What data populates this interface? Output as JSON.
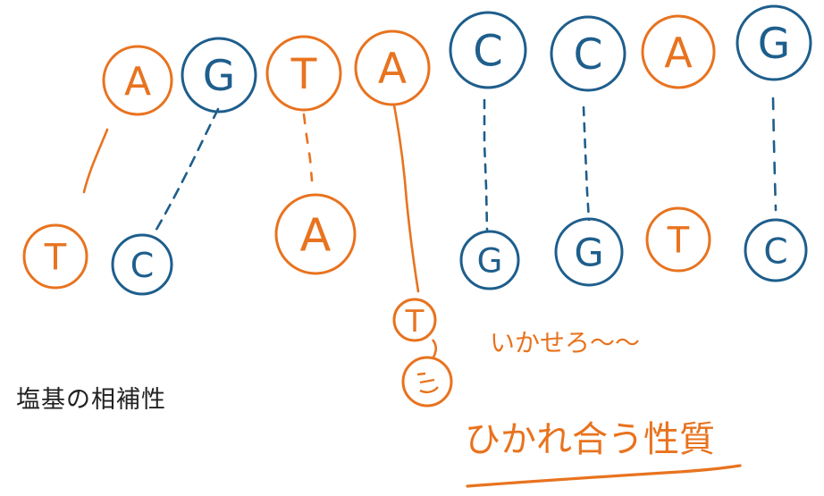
{
  "colors": {
    "orange": "#E8731F",
    "blue": "#1E5E8C",
    "text": "#222222"
  },
  "top_strand": [
    {
      "letter": "A",
      "ink": "orange"
    },
    {
      "letter": "G",
      "ink": "blue"
    },
    {
      "letter": "T",
      "ink": "orange"
    },
    {
      "letter": "A",
      "ink": "orange"
    },
    {
      "letter": "C",
      "ink": "blue"
    },
    {
      "letter": "C",
      "ink": "blue"
    },
    {
      "letter": "A",
      "ink": "orange"
    },
    {
      "letter": "G",
      "ink": "blue"
    }
  ],
  "bottom_strand": [
    {
      "letter": "T",
      "ink": "orange"
    },
    {
      "letter": "C",
      "ink": "blue"
    },
    {
      "letter": "A",
      "ink": "orange"
    },
    {
      "letter": "T",
      "ink": "orange"
    },
    {
      "letter": "G",
      "ink": "blue"
    },
    {
      "letter": "G",
      "ink": "blue"
    },
    {
      "letter": "T",
      "ink": "orange"
    },
    {
      "letter": "C",
      "ink": "blue"
    }
  ],
  "face_icon": "smiling-face",
  "title": "塩基の相補性",
  "annotation": "いかせろ〜〜",
  "caption": "ひかれ合う性質"
}
